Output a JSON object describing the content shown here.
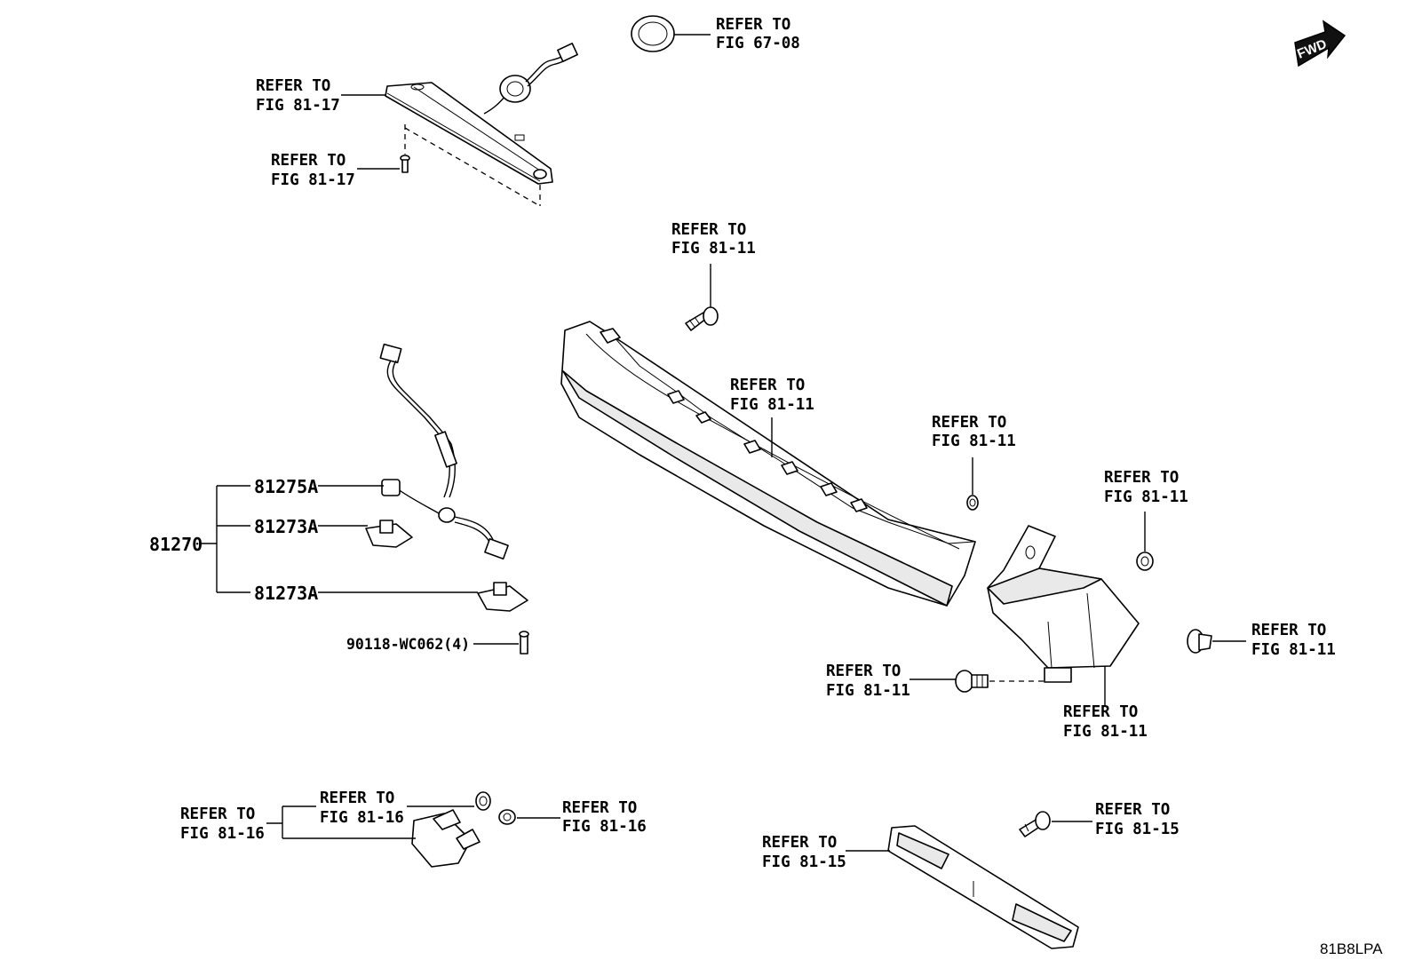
{
  "fwd_badge": {
    "text": "FWD"
  },
  "refs": [
    {
      "id": "fig-67-08",
      "line1": "REFER TO",
      "line2": "FIG 67-08"
    },
    {
      "id": "fig-81-17-lamp",
      "line1": "REFER TO",
      "line2": "FIG 81-17"
    },
    {
      "id": "fig-81-17-screw",
      "line1": "REFER TO",
      "line2": "FIG 81-17"
    },
    {
      "id": "fig-81-11-screw-top",
      "line1": "REFER TO",
      "line2": "FIG 81-11"
    },
    {
      "id": "fig-81-11-spoiler",
      "line1": "REFER TO",
      "line2": "FIG 81-11"
    },
    {
      "id": "fig-81-11-nut",
      "line1": "REFER TO",
      "line2": "FIG 81-11"
    },
    {
      "id": "fig-81-11-washer",
      "line1": "REFER TO",
      "line2": "FIG 81-11"
    },
    {
      "id": "fig-81-11-clip",
      "line1": "REFER TO",
      "line2": "FIG 81-11"
    },
    {
      "id": "fig-81-11-bolt",
      "line1": "REFER TO",
      "line2": "FIG 81-11"
    },
    {
      "id": "fig-81-11-cover",
      "line1": "REFER TO",
      "line2": "FIG 81-11"
    },
    {
      "id": "fig-81-16-left",
      "line1": "REFER TO",
      "line2": "FIG 81-16"
    },
    {
      "id": "fig-81-16-bulb",
      "line1": "REFER TO",
      "line2": "FIG 81-16"
    },
    {
      "id": "fig-81-16-right",
      "line1": "REFER TO",
      "line2": "FIG 81-16"
    },
    {
      "id": "fig-81-15-reflector",
      "line1": "REFER TO",
      "line2": "FIG 81-15"
    },
    {
      "id": "fig-81-15-screw",
      "line1": "REFER TO",
      "line2": "FIG 81-15"
    }
  ],
  "parts": {
    "assembly": "81270",
    "wire_sub": "81275A",
    "socket_a": "81273A",
    "socket_b": "81273A",
    "screw_pn": "90118-WC062(4)"
  },
  "diagram_code": "81B8LPA"
}
